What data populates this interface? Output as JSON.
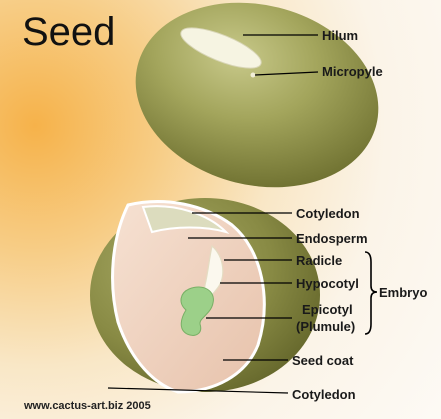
{
  "diagram": {
    "title": "Seed",
    "labels": {
      "hilum": "Hilum",
      "micropyle": "Micropyle",
      "cotyledon_top": "Cotyledon",
      "endosperm": "Endosperm",
      "radicle": "Radicle",
      "hypocotyl": "Hypocotyl",
      "epicotyl": "Epicotyl",
      "plumule": "(Plumule)",
      "embryo": "Embryo",
      "seed_coat": "Seed coat",
      "cotyledon_bottom": "Cotyledon"
    },
    "credit": "www.cactus-art.biz 2005"
  }
}
